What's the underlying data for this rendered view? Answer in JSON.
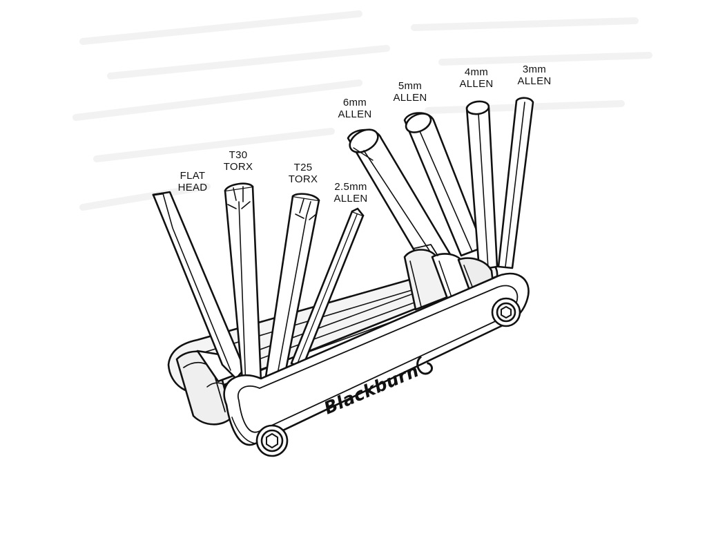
{
  "diagram": {
    "brand": "Blackburn",
    "colors": {
      "line": "#111111",
      "background": "#ffffff",
      "shade": "#e9e9e9"
    },
    "labels": {
      "flat_head": [
        "FLAT",
        "HEAD"
      ],
      "t30": [
        "T30",
        "TORX"
      ],
      "t25": [
        "T25",
        "TORX"
      ],
      "allen_2_5": [
        "2.5mm",
        "ALLEN"
      ],
      "allen_6": [
        "6mm",
        "ALLEN"
      ],
      "allen_5": [
        "5mm",
        "ALLEN"
      ],
      "allen_4": [
        "4mm",
        "ALLEN"
      ],
      "allen_3": [
        "3mm",
        "ALLEN"
      ]
    }
  }
}
